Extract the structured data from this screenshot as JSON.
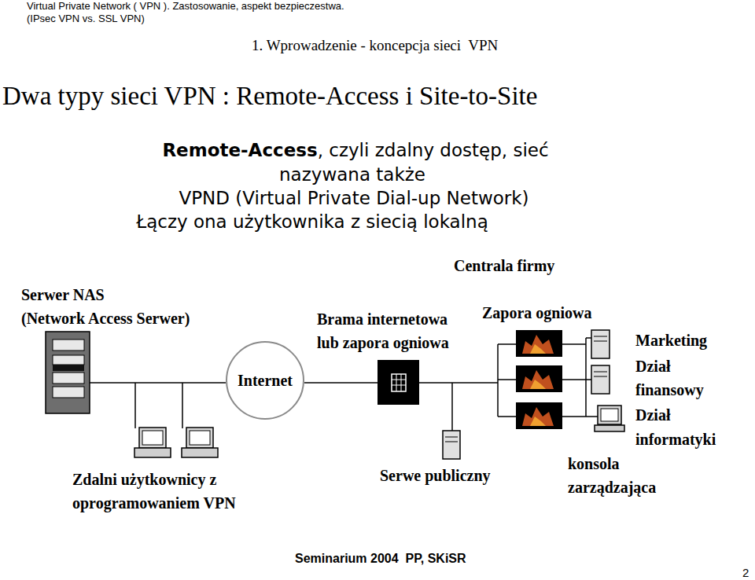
{
  "diagram": {
    "title": "Dwa typy sieci VPN : Remote-Access i Site-to-Site",
    "nodes": [
      {
        "text": [
          "Internet"
        ]
      }
    ],
    "labels": [
      "Virtual Private Network ( VPN ). Zastosowanie, aspekt bezpieczestwa.",
      "(IPsec VPN vs. SSL VPN)",
      "1. Wprowadzenie - koncepcja sieci  VPN",
      "Remote-Access",
      ", czyli zdalny dostęp, sieć",
      "nazywana także",
      "VPND (Virtual Private Dial-up Network)",
      "Łączy ona użytkownika z siecią lokalną",
      "Centrala firmy",
      "Serwer NAS",
      "(Network Access Serwer)",
      "Brama internetowa",
      "lub zapora ogniowa",
      "Zapora ogniowa",
      "Marketing",
      "Dział",
      "finansowy",
      "Dział",
      "informatyki",
      "Zdalni użytkownicy z",
      "oprogramowaniem VPN",
      "Serwe publiczny",
      "konsola",
      "zarządzająca",
      "Seminarium 2004  PP, SKiSR",
      "2"
    ]
  }
}
